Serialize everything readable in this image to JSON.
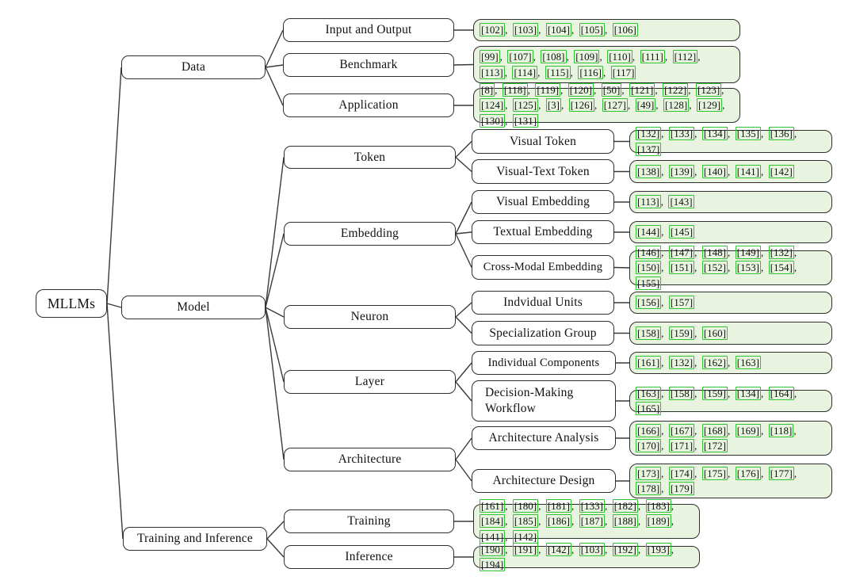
{
  "figure": {
    "type": "taxonomy-tree",
    "colors": {
      "node_border": "#2e2e2e",
      "refs_box_bg": "#e9f4e0",
      "citation_border": "#2fc32f",
      "background": "#ffffff"
    }
  },
  "tree": {
    "root": {
      "label": "MLLMs"
    },
    "branches": [
      {
        "label": "Data",
        "children": [
          {
            "label": "Input and Output",
            "refs": [
              "[102]",
              "[103]",
              "[104]",
              "[105]",
              "[106]"
            ]
          },
          {
            "label": "Benchmark",
            "refs": [
              "[99]",
              "[107]",
              "[108]",
              "[109]",
              "[110]",
              "[111]",
              "[112]",
              "[113]",
              "[114]",
              "[115]",
              "[116]",
              "[117]"
            ]
          },
          {
            "label": "Application",
            "refs": [
              "[8]",
              "[118]",
              "[119]",
              "[120]",
              "[50]",
              "[121]",
              "[122]",
              "[123]",
              "[124]",
              "[125]",
              "[3]",
              "[126]",
              "[127]",
              "[49]",
              "[128]",
              "[129]",
              "[130]",
              "[131]"
            ]
          }
        ]
      },
      {
        "label": "Model",
        "children": [
          {
            "label": "Token",
            "children": [
              {
                "label": "Visual Token",
                "refs": [
                  "[132]",
                  "[133]",
                  "[134]",
                  "[135]",
                  "[136]",
                  "[137]"
                ]
              },
              {
                "label": "Visual-Text Token",
                "refs": [
                  "[138]",
                  "[139]",
                  "[140]",
                  "[141]",
                  "[142]"
                ]
              }
            ]
          },
          {
            "label": "Embedding",
            "children": [
              {
                "label": "Visual Embedding",
                "refs": [
                  "[113]",
                  "[143]"
                ]
              },
              {
                "label": "Textual Embedding",
                "refs": [
                  "[144]",
                  "[145]"
                ]
              },
              {
                "label": "Cross-Modal Embedding",
                "refs": [
                  "[146]",
                  "[147]",
                  "[148]",
                  "[149]",
                  "[132]",
                  "[150]",
                  "[151]",
                  "[152]",
                  "[153]",
                  "[154]",
                  "[155]"
                ]
              }
            ]
          },
          {
            "label": "Neuron",
            "children": [
              {
                "label": "Indvidual Units",
                "refs": [
                  "[156]",
                  "[157]"
                ]
              },
              {
                "label": "Specialization Group",
                "refs": [
                  "[158]",
                  "[159]",
                  "[160]"
                ]
              }
            ]
          },
          {
            "label": "Layer",
            "children": [
              {
                "label": "Individual Components",
                "refs": [
                  "[161]",
                  "[132]",
                  "[162]",
                  "[163]"
                ]
              },
              {
                "label": "Decision-Making Workflow",
                "label_line1": "Decision-Making",
                "label_line2": "Workflow",
                "refs": [
                  "[163]",
                  "[158]",
                  "[159]",
                  "[134]",
                  "[164]",
                  "[165]"
                ]
              }
            ]
          },
          {
            "label": "Architecture",
            "children": [
              {
                "label": "Architecture Analysis",
                "refs": [
                  "[166]",
                  "[167]",
                  "[168]",
                  "[169]",
                  "[118]",
                  "[170]",
                  "[171]",
                  "[172]"
                ]
              },
              {
                "label": "Architecture Design",
                "refs": [
                  "[173]",
                  "[174]",
                  "[175]",
                  "[176]",
                  "[177]",
                  "[178]",
                  "[179]"
                ]
              }
            ]
          }
        ]
      },
      {
        "label": "Training and Inference",
        "children": [
          {
            "label": "Training",
            "refs": [
              "[161]",
              "[180]",
              "[181]",
              "[133]",
              "[182]",
              "[183]",
              "[184]",
              "[185]",
              "[186]",
              "[187]",
              "[188]",
              "[189]",
              "[141]",
              "[142]"
            ]
          },
          {
            "label": "Inference",
            "refs": [
              "[190]",
              "[191]",
              "[142]",
              "[103]",
              "[192]",
              "[193]",
              "[194]"
            ]
          }
        ]
      }
    ]
  }
}
